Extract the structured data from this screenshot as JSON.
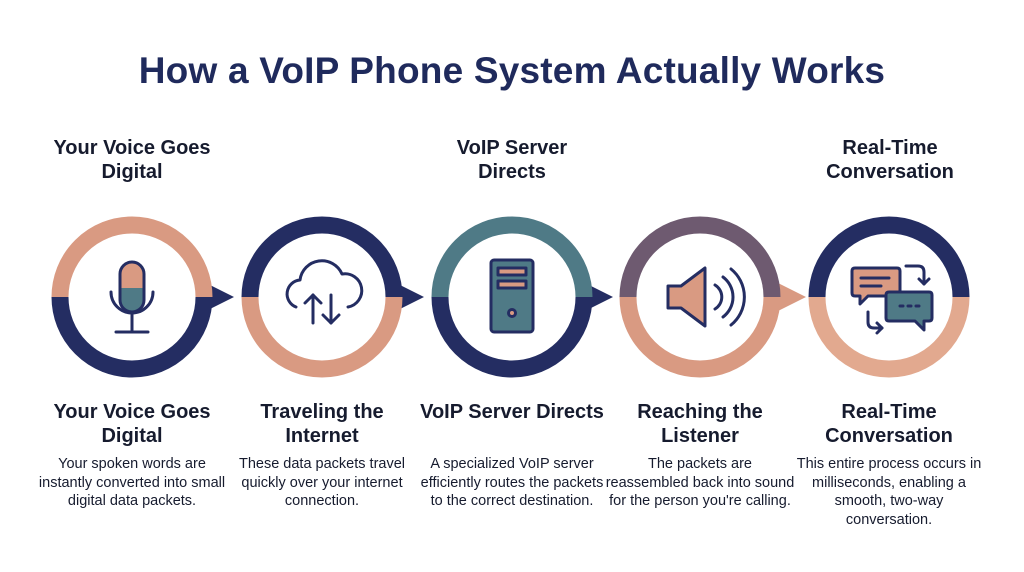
{
  "title": "How a VoIP Phone System Actually Works",
  "top_labels": [
    "Your Voice Goes Digital",
    "VoIP Server Directs",
    "Real-Time Conversation"
  ],
  "steps": [
    {
      "title": "Your Voice Goes Digital",
      "description": "Your spoken words are instantly converted into small digital data packets.",
      "icon": "microphone-icon"
    },
    {
      "title": "Traveling the Internet",
      "description": "These data packets travel quickly over your internet connection.",
      "icon": "cloud-upload-download-icon"
    },
    {
      "title": "VoIP Server Directs",
      "description": "A specialized VoIP server efficiently routes the packets to the correct destination.",
      "icon": "server-icon"
    },
    {
      "title": "Reaching the Listener",
      "description": "The packets are reassembled back into sound for the person you're calling.",
      "icon": "speaker-icon"
    },
    {
      "title": "Real-Time Conversation",
      "description": "This entire process occurs in milliseconds, enabling a smooth, two-way conversation.",
      "icon": "chat-bubbles-icon"
    }
  ],
  "colors": {
    "navy": "#242d62",
    "salmon": "#d99a82",
    "teal": "#4f7a86",
    "mauve": "#6e5a70",
    "peach": "#e2a98f"
  }
}
